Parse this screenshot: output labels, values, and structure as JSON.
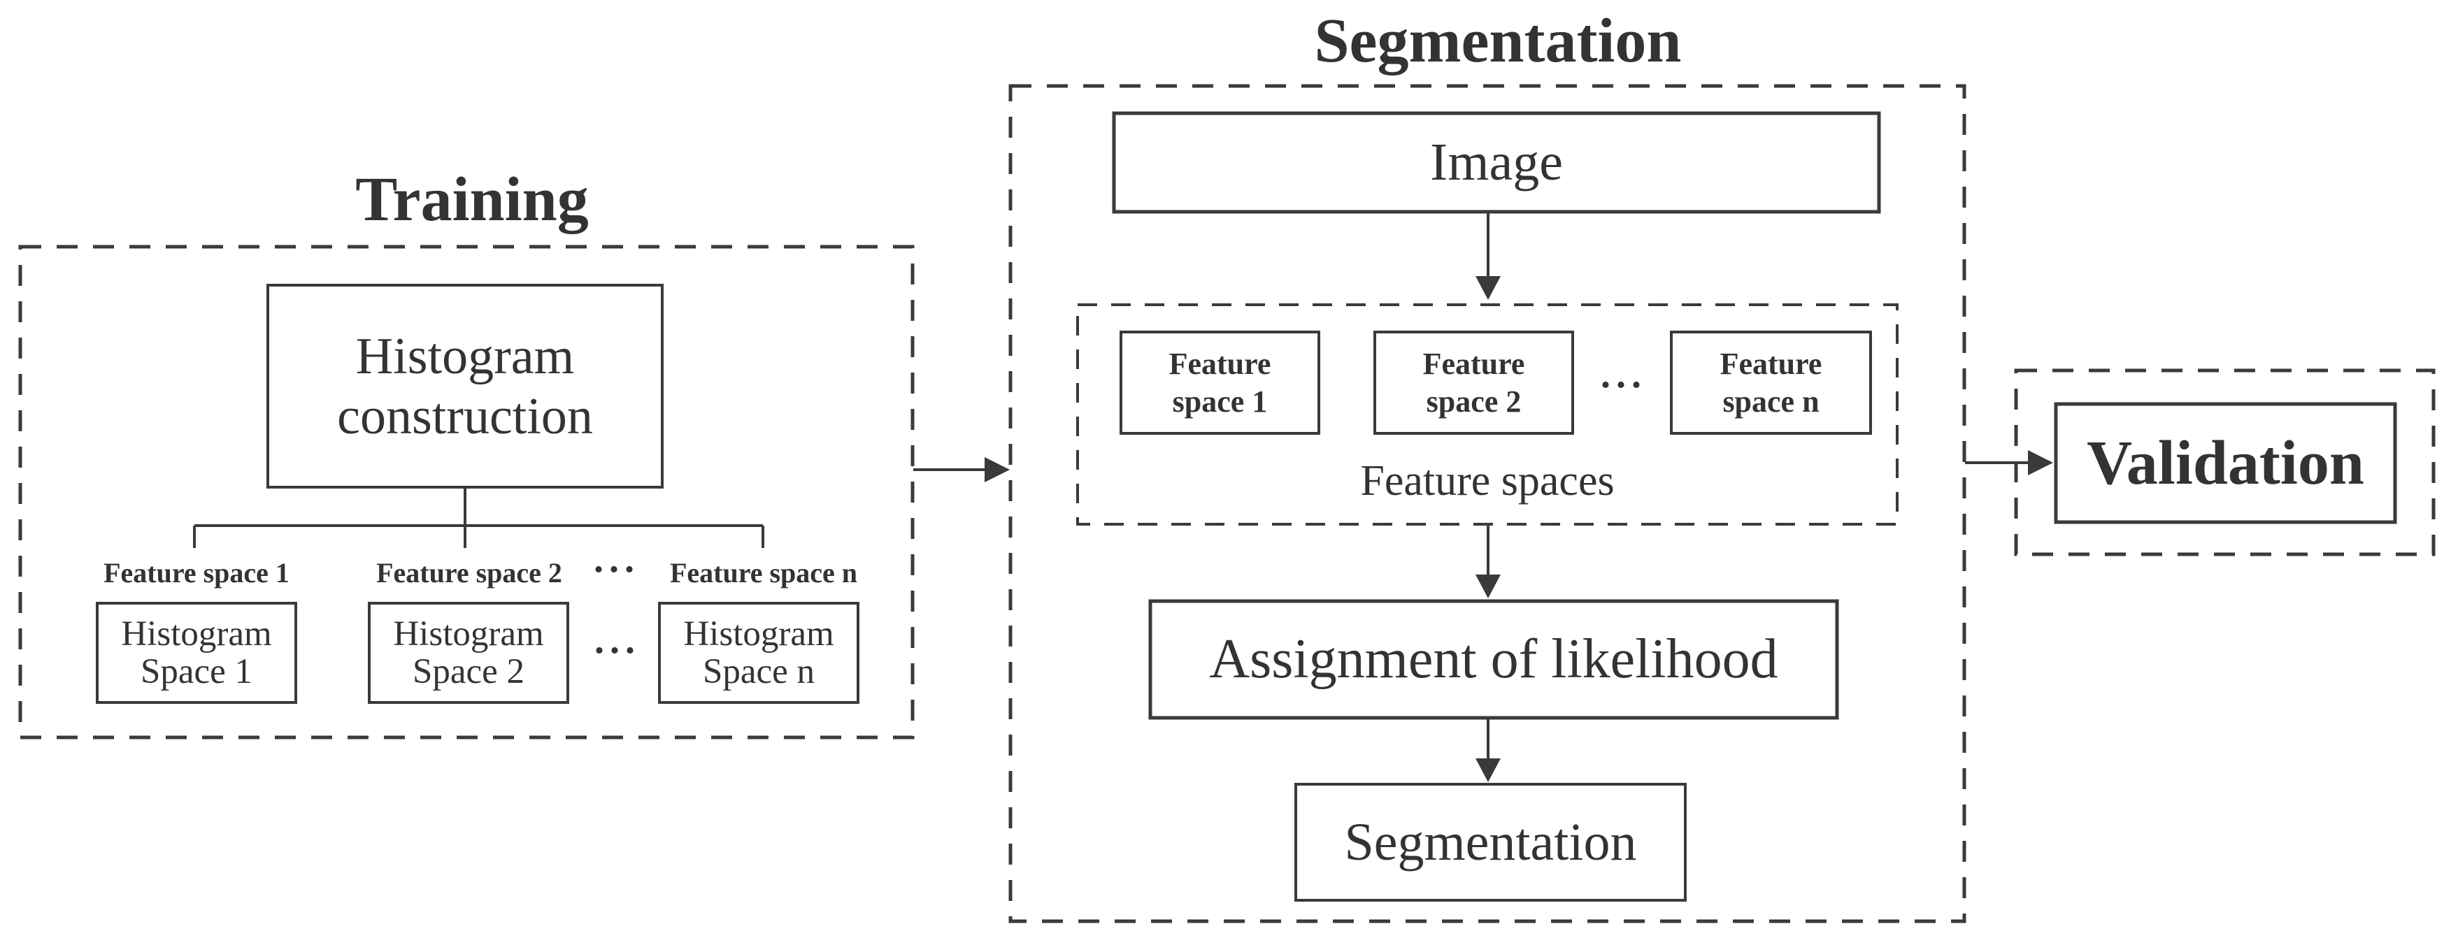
{
  "colors": {
    "ink": "#333333",
    "background": "#ffffff"
  },
  "training": {
    "title": "Training",
    "histogram_construction": {
      "line1": "Histogram",
      "line2": "construction"
    },
    "feature_labels": [
      "Feature space 1",
      "Feature space 2",
      "Feature space n"
    ],
    "labels_ellipsis": "...",
    "histogram_boxes": [
      {
        "line1": "Histogram",
        "line2": "Space 1"
      },
      {
        "line1": "Histogram",
        "line2": "Space 2"
      },
      {
        "line1": "Histogram",
        "line2": "Space n"
      }
    ],
    "boxes_ellipsis": "..."
  },
  "segmentation": {
    "title": "Segmentation",
    "image_label": "Image",
    "feature_boxes": [
      {
        "line1": "Feature",
        "line2": "space 1"
      },
      {
        "line1": "Feature",
        "line2": "space 2"
      },
      {
        "line1": "Feature",
        "line2": "space n"
      }
    ],
    "boxes_ellipsis": "...",
    "feature_spaces_caption": "Feature spaces",
    "assignment_label": "Assignment of likelihood",
    "segmentation_label": "Segmentation"
  },
  "validation": {
    "label": "Validation"
  }
}
